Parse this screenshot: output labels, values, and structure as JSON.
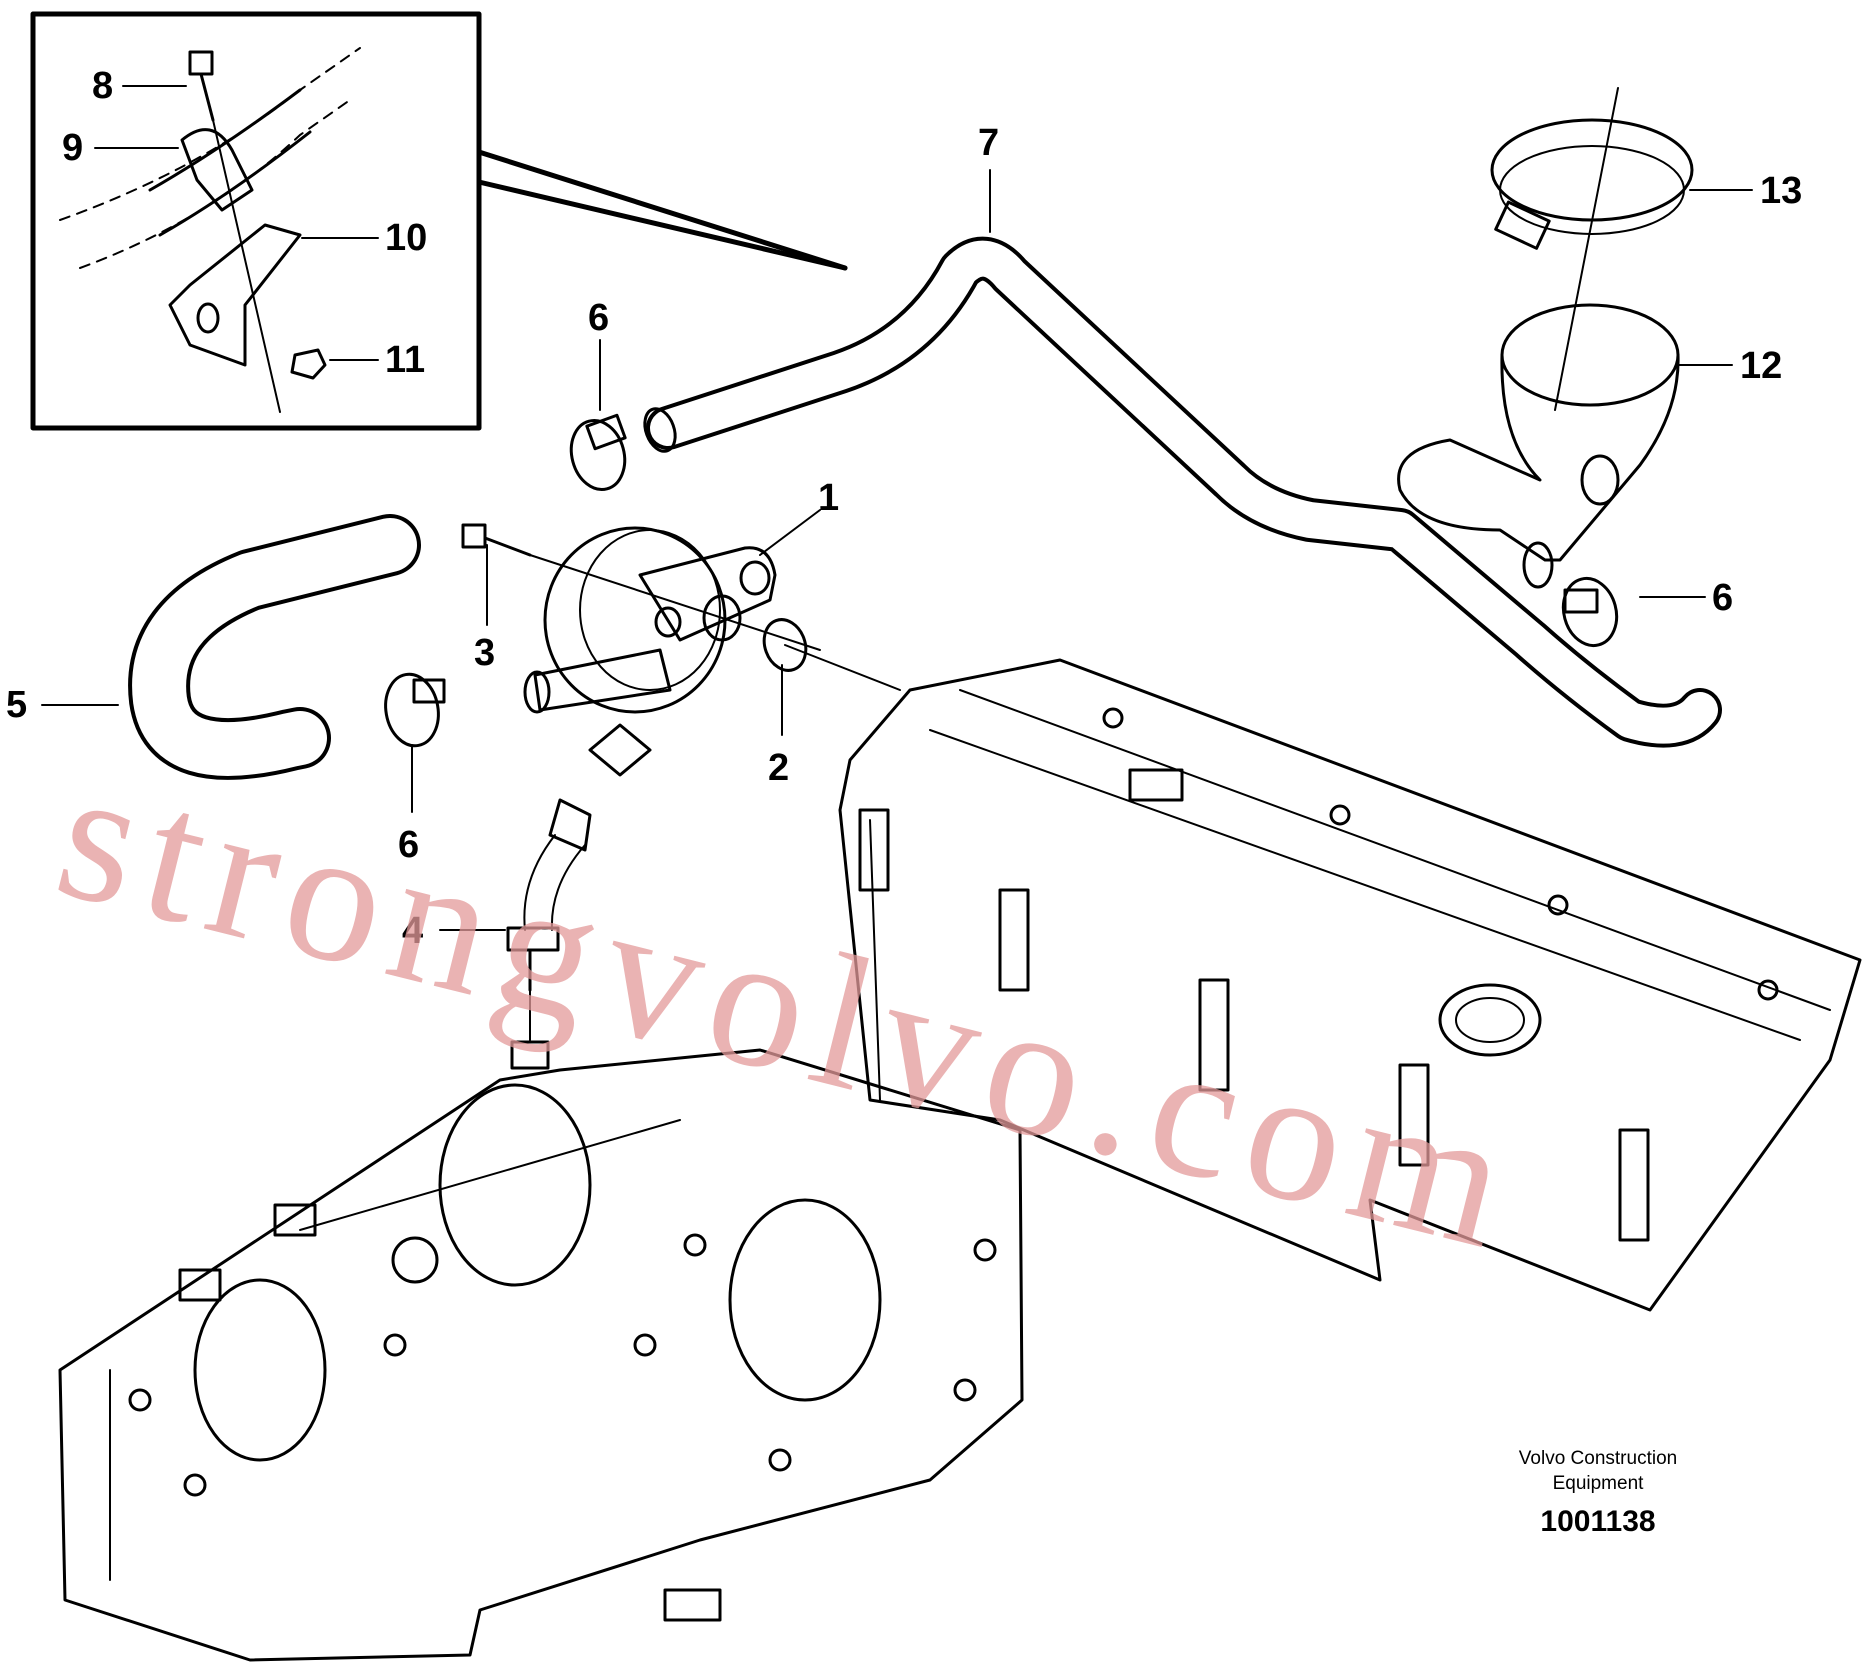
{
  "diagram": {
    "callouts": [
      "1",
      "2",
      "3",
      "4",
      "5",
      "6",
      "6",
      "6",
      "7",
      "8",
      "9",
      "10",
      "11",
      "12",
      "13"
    ],
    "watermark": "strongvolvo.com",
    "credit_line1": "Volvo Construction",
    "credit_line2": "Equipment",
    "doc_number": "1001138"
  },
  "colors": {
    "lines": "#000000",
    "watermark": "#e39a9a",
    "background": "#ffffff"
  }
}
